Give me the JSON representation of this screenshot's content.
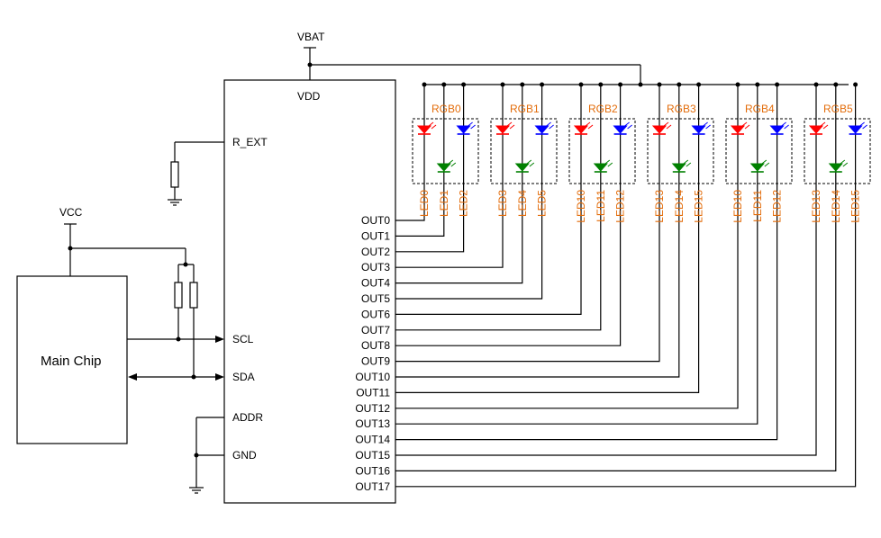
{
  "labels": {
    "vbat": "VBAT",
    "vdd": "VDD",
    "vcc": "VCC",
    "r_ext": "R_EXT",
    "scl": "SCL",
    "sda": "SDA",
    "addr": "ADDR",
    "gnd": "GND",
    "main_chip": "Main Chip"
  },
  "outputs": [
    "OUT0",
    "OUT1",
    "OUT2",
    "OUT3",
    "OUT4",
    "OUT5",
    "OUT6",
    "OUT7",
    "OUT8",
    "OUT9",
    "OUT10",
    "OUT11",
    "OUT12",
    "OUT13",
    "OUT14",
    "OUT15",
    "OUT16",
    "OUT17"
  ],
  "rgb_groups": [
    "RGB0",
    "RGB1",
    "RGB2",
    "RGB3",
    "RGB4",
    "RGB5"
  ],
  "led_labels": [
    "LED0",
    "LED1",
    "LED2",
    "LED3",
    "LED4",
    "LED5",
    "LED10",
    "LED11",
    "LED12",
    "LED13",
    "LED14",
    "LED15",
    "LED10",
    "LED11",
    "LED12",
    "LED13",
    "LED14",
    "LED15"
  ],
  "colors": {
    "red": "#ff0000",
    "green": "#008000",
    "blue": "#0000ff",
    "label_orange": "#e36c0a"
  }
}
